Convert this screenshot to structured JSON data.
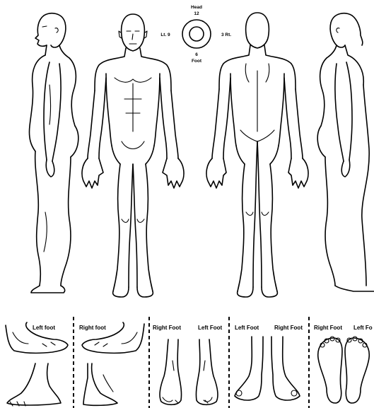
{
  "orientation_dial": {
    "head_label": "Head",
    "head_value": "12",
    "left_label": "Lt. 9",
    "right_label": "3 Rt.",
    "foot_value": "6",
    "foot_label": "Foot"
  },
  "feet_panels": [
    {
      "label_a": "Left foot",
      "label_b": ""
    },
    {
      "label_a": "Right foot",
      "label_b": ""
    },
    {
      "label_a": "Right Foot",
      "label_b": "Left Foot"
    },
    {
      "label_a": "Left Foot",
      "label_b": "Right Foot"
    },
    {
      "label_a": "Right Foot",
      "label_b": "Left Fo"
    }
  ]
}
